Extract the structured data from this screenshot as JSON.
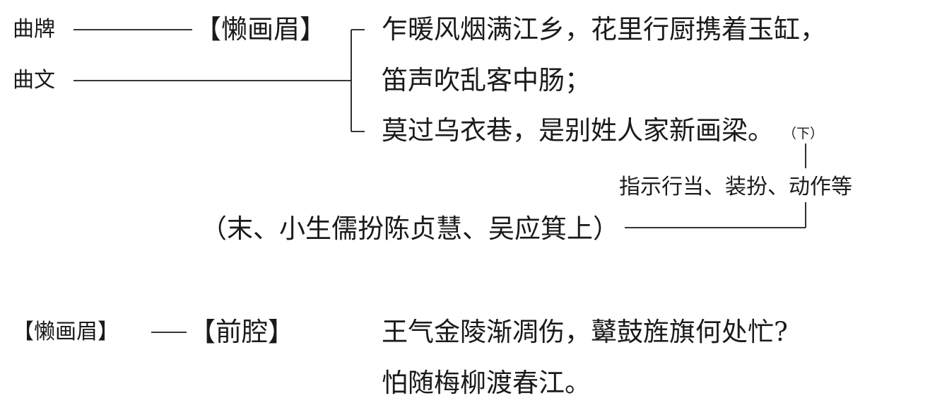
{
  "diagram": {
    "qupai_label": "曲牌",
    "quwen_label": "曲文",
    "qupai_value": "【懒画眉】",
    "lines": [
      "乍暖风烟满江乡，花里行厨携着玉缸，",
      "笛声吹乱客中肠；",
      "莫过乌衣巷，是别姓人家新画梁。"
    ],
    "xia_mark": "（下）",
    "annotation": "指示行当、装扮、动作等",
    "stage_direction": "（末、小生儒扮陈贞慧、吴应箕上）"
  },
  "second": {
    "left_label": "【懒画眉】",
    "right_label": "【前腔】",
    "lines": [
      "王气金陵渐凋伤，鼙鼓旌旗何处忙?",
      "怕随梅柳渡春江。"
    ]
  }
}
